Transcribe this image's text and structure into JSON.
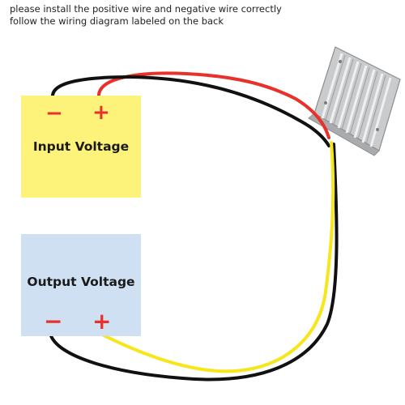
{
  "instructions": {
    "line1": "please install the positive wire and negative wire correctly",
    "line2": "follow the wiring diagram labeled on the back"
  },
  "input_box": {
    "label": "Input Voltage",
    "negative": "−",
    "positive": "+",
    "color": "#fdf27a"
  },
  "output_box": {
    "label": "Output Voltage",
    "negative": "−",
    "positive": "+",
    "color": "#cfe0f3"
  },
  "wire_colors": {
    "positive_in": "#e8312a",
    "negative": "#111111",
    "positive_out": "#f7e61b"
  }
}
